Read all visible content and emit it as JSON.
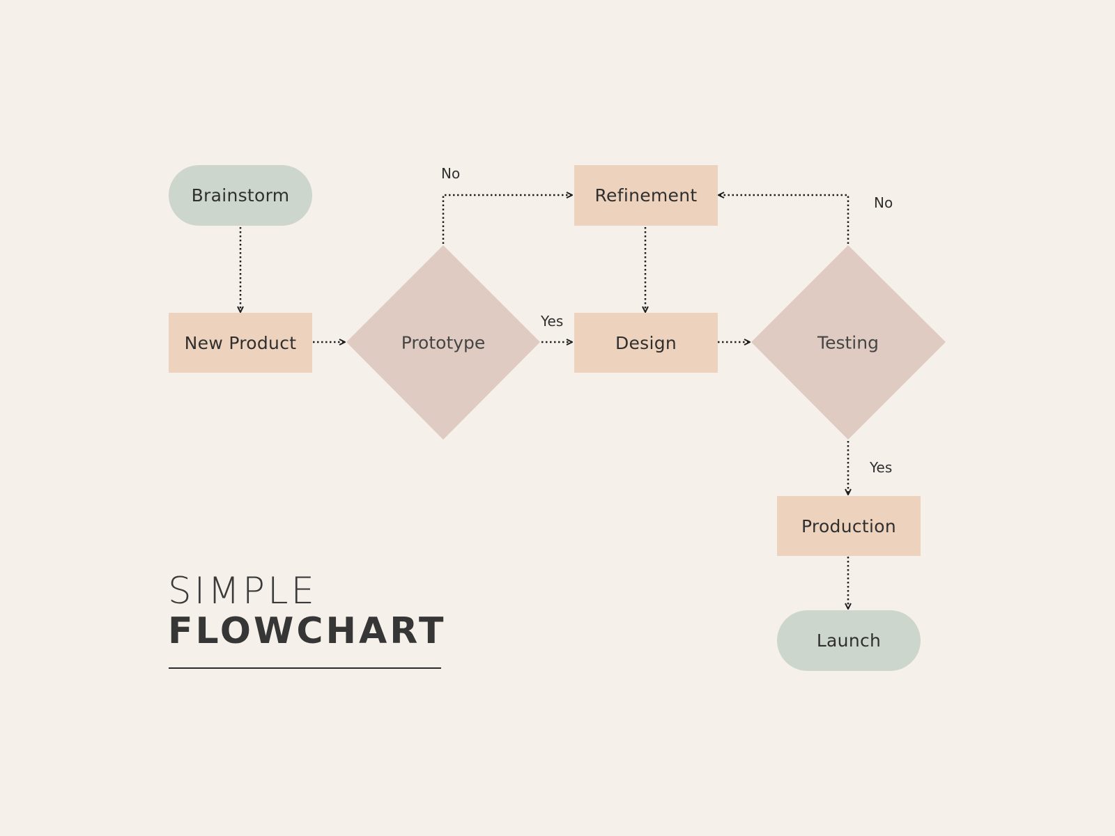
{
  "colors": {
    "background": "#f5f0ea",
    "terminal_fill": "#cdd6cc",
    "process_fill": "#edd3bd",
    "decision_fill": "#dfcbc1",
    "connector": "#1f1f1f",
    "text": "#2f2f2f"
  },
  "nodes": {
    "brainstorm": "Brainstorm",
    "new_product": "New Product",
    "prototype": "Prototype",
    "refinement": "Refinement",
    "design": "Design",
    "testing": "Testing",
    "production": "Production",
    "launch": "Launch"
  },
  "edge_labels": {
    "prototype_no": "No",
    "prototype_yes": "Yes",
    "testing_no": "No",
    "testing_yes": "Yes"
  },
  "title": {
    "line1": "SIMPLE",
    "line2": "FLOWCHART"
  }
}
